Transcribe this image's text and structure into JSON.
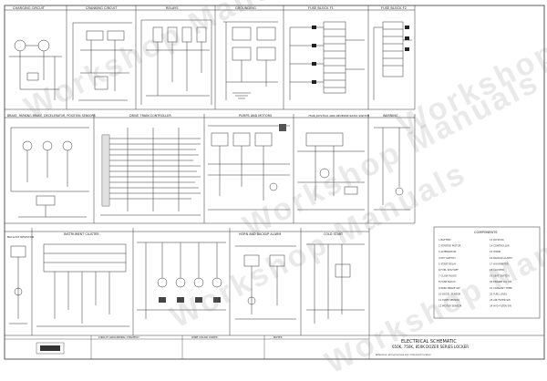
{
  "watermark": "Workshop Manuals",
  "sections_top": [
    {
      "label": "CHARGING CIRCUIT"
    },
    {
      "label": "CRANKING CIRCUIT"
    },
    {
      "label": "RELAYS"
    },
    {
      "label": "GROUNDING"
    },
    {
      "label": "FUSE BLOCK F1"
    },
    {
      "label": "FUSE BLOCK F2"
    }
  ],
  "sections_mid": [
    {
      "label": "BRAKE, PARKING BRAKE, DECELERATOR, POSITION SENSORS"
    },
    {
      "label": "DRIVE TRAIN CONTROLLER"
    },
    {
      "label": "PUMPS AND MOTORS"
    },
    {
      "label": "750K JOYSTICK AND REVERSE RATIO SWITCH"
    },
    {
      "label": "WARNING"
    }
  ],
  "sections_bot": [
    {
      "label": "INSTRUMENT CLUSTER"
    },
    {
      "label": "HORN AND BACKUP ALARM"
    },
    {
      "label": "COLD START"
    }
  ],
  "left_note": "BALLAST RESISTOR",
  "legend": {
    "title": "COMPONENTS",
    "items": [
      "1  BATTERY",
      "2  STARTER MOTOR",
      "3  ALTERNATOR",
      "4  KEY SWITCH",
      "5  START RELAY",
      "6  FUEL SHUTOFF",
      "7  GLOW PLUGS",
      "8  FUSE BLOCK",
      "9  PARK BRAKE SW",
      "10 DECEL SENSOR",
      "11 PUMP SENSOR",
      "12 MOTOR SENSOR",
      "13 JOYSTICK",
      "14 CONTROLLER",
      "15 HORN",
      "16 BACKUP ALARM",
      "17 HOURMETER",
      "18 CLUSTER",
      "19 SEAT SWITCH",
      "20 ENGINE OIL SW",
      "21 COOLANT TEMP",
      "22 FUEL LEVEL",
      "23 AIR FILTER SW",
      "24 HYD FILTER SW"
    ]
  },
  "title_block": {
    "line1": "ELECTRICAL SCHEMATIC",
    "line2": "650K, 750K, 850K DOZER SERIES LOCKER",
    "footnote": "Reference: wiring harness and component location"
  },
  "bottom_info": {
    "label_a": "CIRCUIT GROUNDING STRATEGY",
    "label_b": "WIRE COLOR CODES",
    "label_c": "NOTES"
  }
}
